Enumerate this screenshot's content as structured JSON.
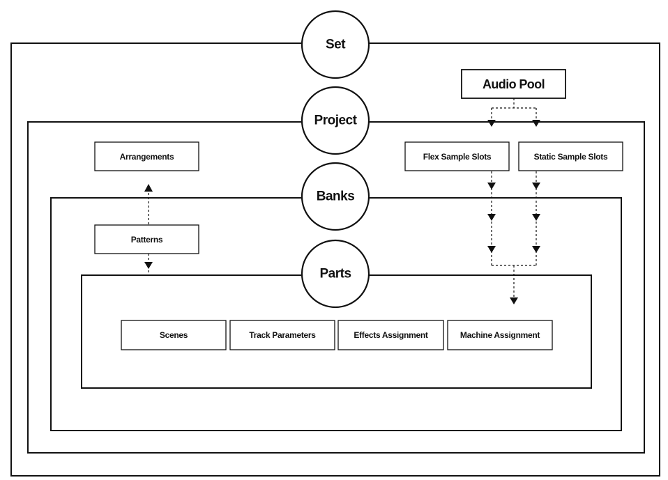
{
  "levels": {
    "set": "Set",
    "project": "Project",
    "banks": "Banks",
    "parts": "Parts"
  },
  "audio_pool": "Audio Pool",
  "sample_slots": {
    "flex": "Flex Sample Slots",
    "static": "Static Sample Slots"
  },
  "sequencing": {
    "arrangements": "Arrangements",
    "patterns": "Patterns"
  },
  "part_contents": [
    "Scenes",
    "Track Parameters",
    "Effects Assignment",
    "Machine Assignment"
  ]
}
